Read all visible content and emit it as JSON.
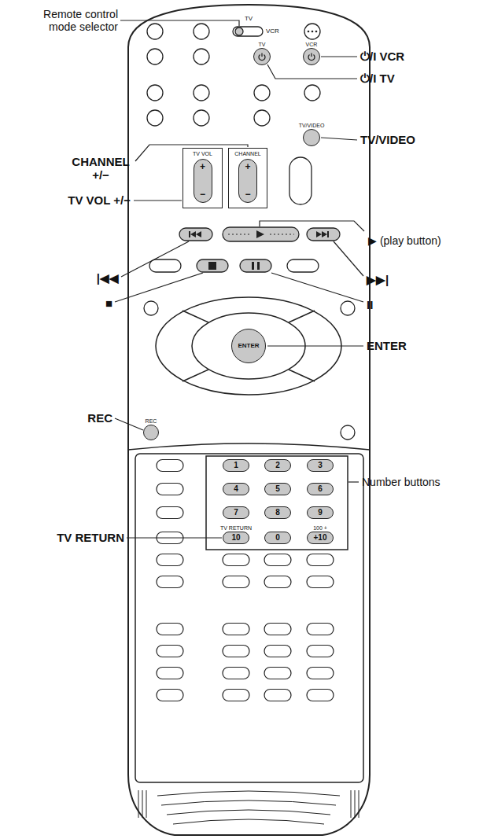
{
  "diagram": {
    "nodes": [
      {
        "text": [
          "TV"
        ]
      },
      {
        "text": [
          "VCR"
        ]
      },
      {
        "text": [
          "TV/VIDEO"
        ]
      },
      {
        "text": [
          "TV VOL"
        ]
      },
      {
        "text": [
          "+",
          "−"
        ],
        "in": 3
      },
      {
        "text": [
          "CHANNEL"
        ]
      },
      {
        "text": [
          "+",
          "−"
        ],
        "in": 5
      },
      {
        "text": [
          "ENTER"
        ]
      },
      {
        "text": [
          "REC"
        ]
      },
      {
        "text": [
          "1"
        ]
      },
      {
        "text": [
          "2"
        ]
      },
      {
        "text": [
          "3"
        ]
      },
      {
        "text": [
          "4"
        ]
      },
      {
        "text": [
          "5"
        ]
      },
      {
        "text": [
          "6"
        ]
      },
      {
        "text": [
          "7"
        ]
      },
      {
        "text": [
          "8"
        ]
      },
      {
        "text": [
          "9"
        ]
      },
      {
        "text": [
          "TV RETURN",
          "10"
        ]
      },
      {
        "text": [
          "0"
        ]
      },
      {
        "text": [
          "100 +",
          "+10"
        ]
      }
    ],
    "labels": [
      "Remote control mode selector",
      "TV",
      "VCR",
      "⏻/I VCR",
      "⏻/I TV",
      "CHANNEL +/−",
      "TV/VIDEO",
      "TV VOL +/−",
      "▶ (play button)",
      "|◀◀",
      "▶▶|",
      "■",
      "II",
      "ENTER",
      "REC",
      "Number buttons",
      "TV RETURN"
    ]
  }
}
